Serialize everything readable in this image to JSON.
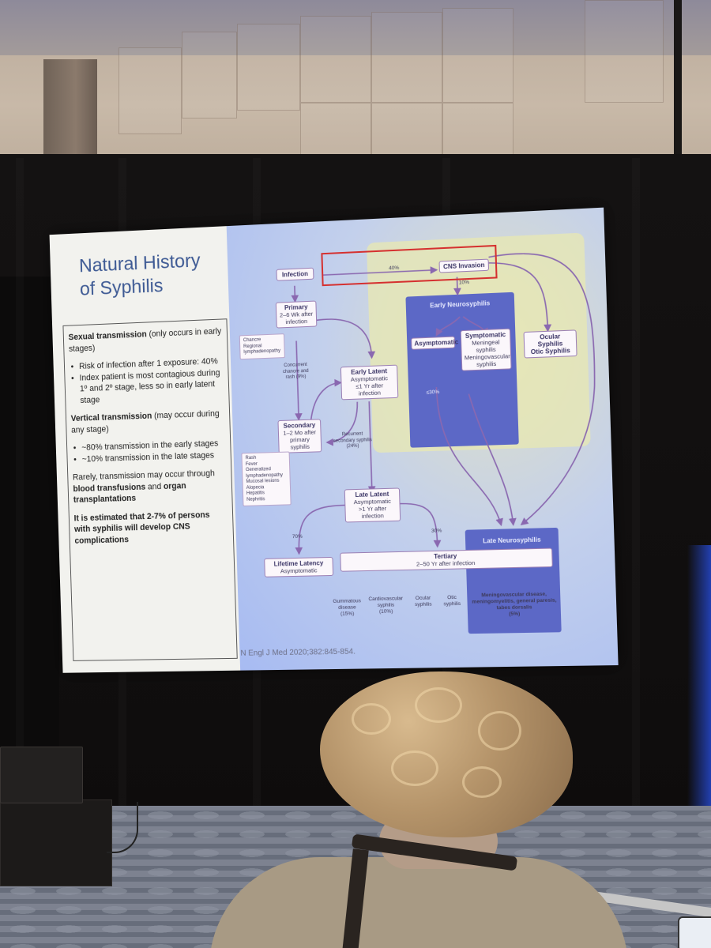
{
  "slide": {
    "title": "Natural History\nof Syphilis",
    "citation": "N Engl J Med 2020;382:845-854.",
    "sexual": {
      "heading": "Sexual transmission",
      "heading_rest": " (only occurs in early stages)",
      "bullets": [
        "Risk of infection after 1 exposure: 40%",
        "Index patient is most contagious during 1º and 2º stage, less so in early latent stage"
      ]
    },
    "vertical": {
      "heading": "Vertical transmission",
      "heading_rest": " (may occur during any stage)",
      "bullets": [
        "~80% transmission in the early stages",
        "~10% transmission in the late stages"
      ]
    },
    "rare": {
      "prefix": "Rarely, transmission may occur through ",
      "bold1": "blood transfusions",
      "mid": " and ",
      "bold2": "organ transplantations"
    },
    "estimate": "It is estimated that 2-7% of persons with syphilis will develop CNS complications"
  },
  "diagram": {
    "infection": "Infection",
    "cns_invasion": "CNS Invasion",
    "pct_40": "40%",
    "pct_10": "10%",
    "primary": {
      "title": "Primary",
      "sub": "2–6 Wk after infection"
    },
    "primary_notes": [
      "Chancre",
      "Regional lymphadenopathy"
    ],
    "concurrent": "Concurrent chancre and rash (9%)",
    "early_latent": {
      "title": "Early Latent",
      "items": [
        "Asymptomatic",
        "≤1 Yr after infection"
      ]
    },
    "secondary": {
      "title": "Secondary",
      "sub": "1–2 Mo after primary syphilis"
    },
    "recurrent": "Recurrent secondary syphilis (24%)",
    "secondary_notes": [
      "Rash",
      "Fever",
      "Generalized lymphadenopathy",
      "Mucosal lesions",
      "Alopecia",
      "Hepatitis",
      "Nephritis"
    ],
    "early_neuro": "Early Neurosyphilis",
    "asymptomatic": "Asymptomatic",
    "symptomatic": "Symptomatic",
    "symptomatic_items": [
      "Meningeal syphilis",
      "Meningovascular syphilis"
    ],
    "ocular_otic": [
      "Ocular Syphilis",
      "Otic Syphilis"
    ],
    "pct_le30": "≤30%",
    "late_latent": {
      "title": "Late Latent",
      "items": [
        "Asymptomatic",
        ">1 Yr after infection"
      ]
    },
    "pct_70": "70%",
    "pct_30": "30%",
    "late_neuro": "Late Neurosyphilis",
    "lifetime": {
      "title": "Lifetime Latency",
      "sub": "Asymptomatic"
    },
    "tertiary": {
      "title": "Tertiary",
      "sub": "2–50 Yr after infection"
    },
    "tertiary_types": [
      {
        "name": "Gummatous disease",
        "pct": "(15%)"
      },
      {
        "name": "Cardiovascular syphilis",
        "pct": "(10%)"
      },
      {
        "name": "Ocular syphilis",
        "pct": ""
      },
      {
        "name": "Otic syphilis",
        "pct": ""
      }
    ],
    "late_neuro_desc": "Meningovascular disease, meningomyelitis, general paresis, tabes dorsalis",
    "late_neuro_pct": "(5%)"
  },
  "colors": {
    "title_blue": "#3e5a94",
    "panel_blue": "#5c68c6",
    "highlight_red": "#d5302f",
    "arrow_purple": "#8a68b0"
  }
}
